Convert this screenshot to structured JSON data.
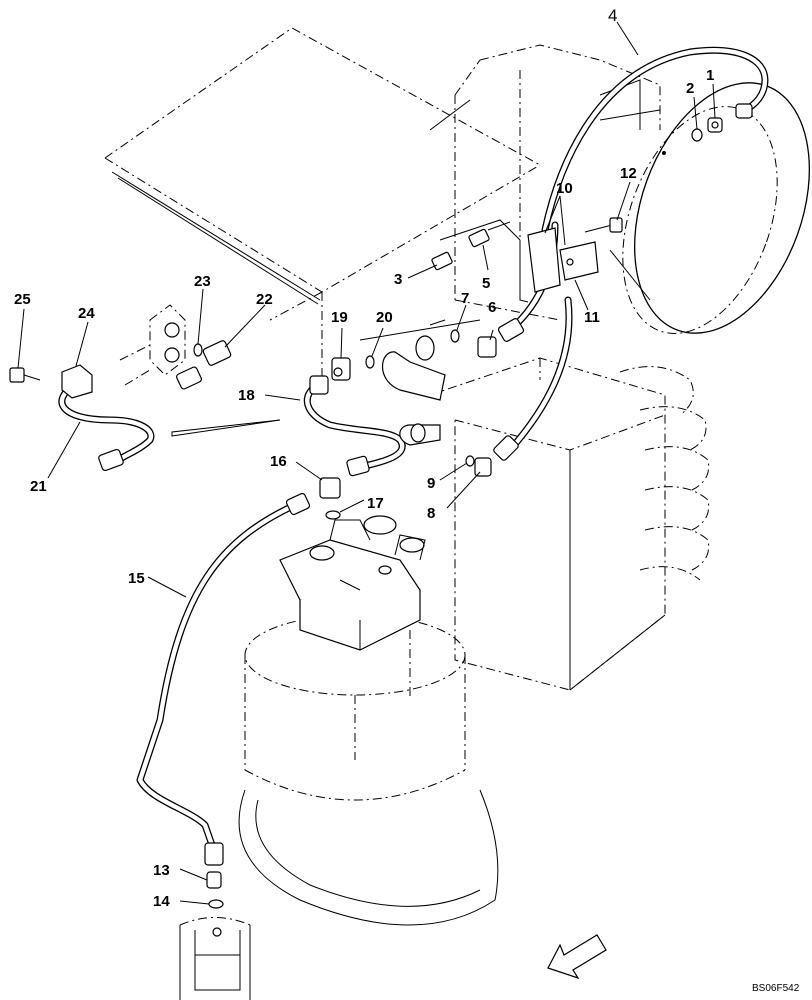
{
  "diagram": {
    "drawing_code": "BS06F542",
    "callouts": [
      {
        "id": "c1",
        "label": "1"
      },
      {
        "id": "c2",
        "label": "2"
      },
      {
        "id": "c3",
        "label": "3"
      },
      {
        "id": "c4",
        "label": "4"
      },
      {
        "id": "c5",
        "label": "5"
      },
      {
        "id": "c6",
        "label": "6"
      },
      {
        "id": "c7",
        "label": "7"
      },
      {
        "id": "c8",
        "label": "8"
      },
      {
        "id": "c9",
        "label": "9"
      },
      {
        "id": "c10",
        "label": "10"
      },
      {
        "id": "c11",
        "label": "11"
      },
      {
        "id": "c12",
        "label": "12"
      },
      {
        "id": "c13",
        "label": "13"
      },
      {
        "id": "c14",
        "label": "14"
      },
      {
        "id": "c15",
        "label": "15"
      },
      {
        "id": "c16",
        "label": "16"
      },
      {
        "id": "c17",
        "label": "17"
      },
      {
        "id": "c18",
        "label": "18"
      },
      {
        "id": "c19",
        "label": "19"
      },
      {
        "id": "c20",
        "label": "20"
      },
      {
        "id": "c21",
        "label": "21"
      },
      {
        "id": "c22",
        "label": "22"
      },
      {
        "id": "c23",
        "label": "23"
      },
      {
        "id": "c24",
        "label": "24"
      },
      {
        "id": "c25",
        "label": "25"
      }
    ],
    "icons": {
      "direction_arrow": "front-direction-arrow-icon"
    }
  }
}
